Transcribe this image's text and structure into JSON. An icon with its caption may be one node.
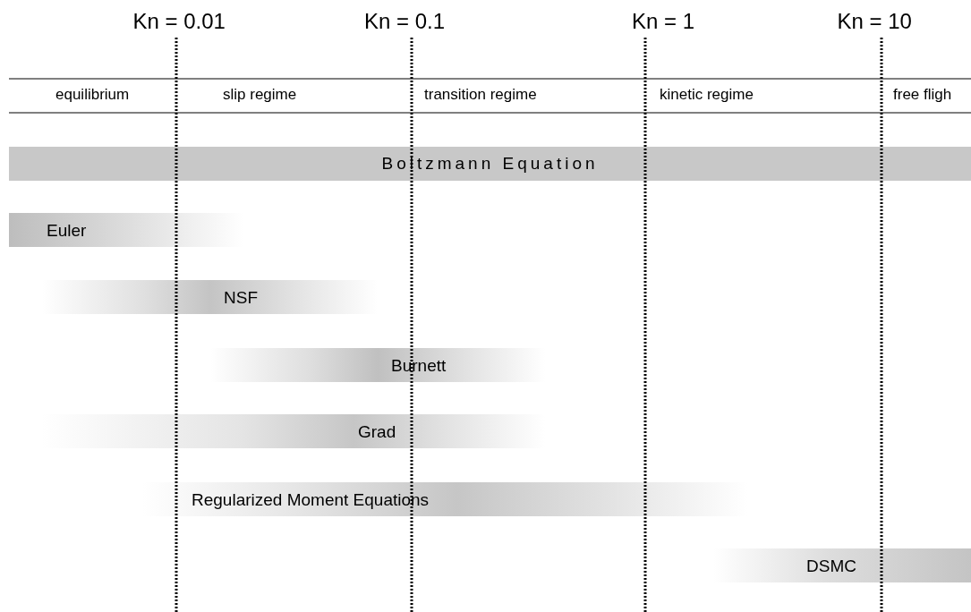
{
  "diagram": {
    "nodes": [
      {
        "text": [
          "Boltzmann Equation"
        ]
      },
      {
        "text": [
          "Euler"
        ]
      },
      {
        "text": [
          "NSF"
        ]
      },
      {
        "text": [
          "Burnett"
        ]
      },
      {
        "text": [
          "Grad"
        ]
      },
      {
        "text": [
          "Regularized Moment Equations"
        ]
      },
      {
        "text": [
          "DSMC"
        ]
      }
    ],
    "labels": [
      "Kn = 0.01",
      "Kn = 0.1",
      "Kn = 1",
      "Kn = 10",
      "equilibrium",
      "slip regime",
      "transition regime",
      "kinetic regime",
      "free fligh"
    ]
  }
}
